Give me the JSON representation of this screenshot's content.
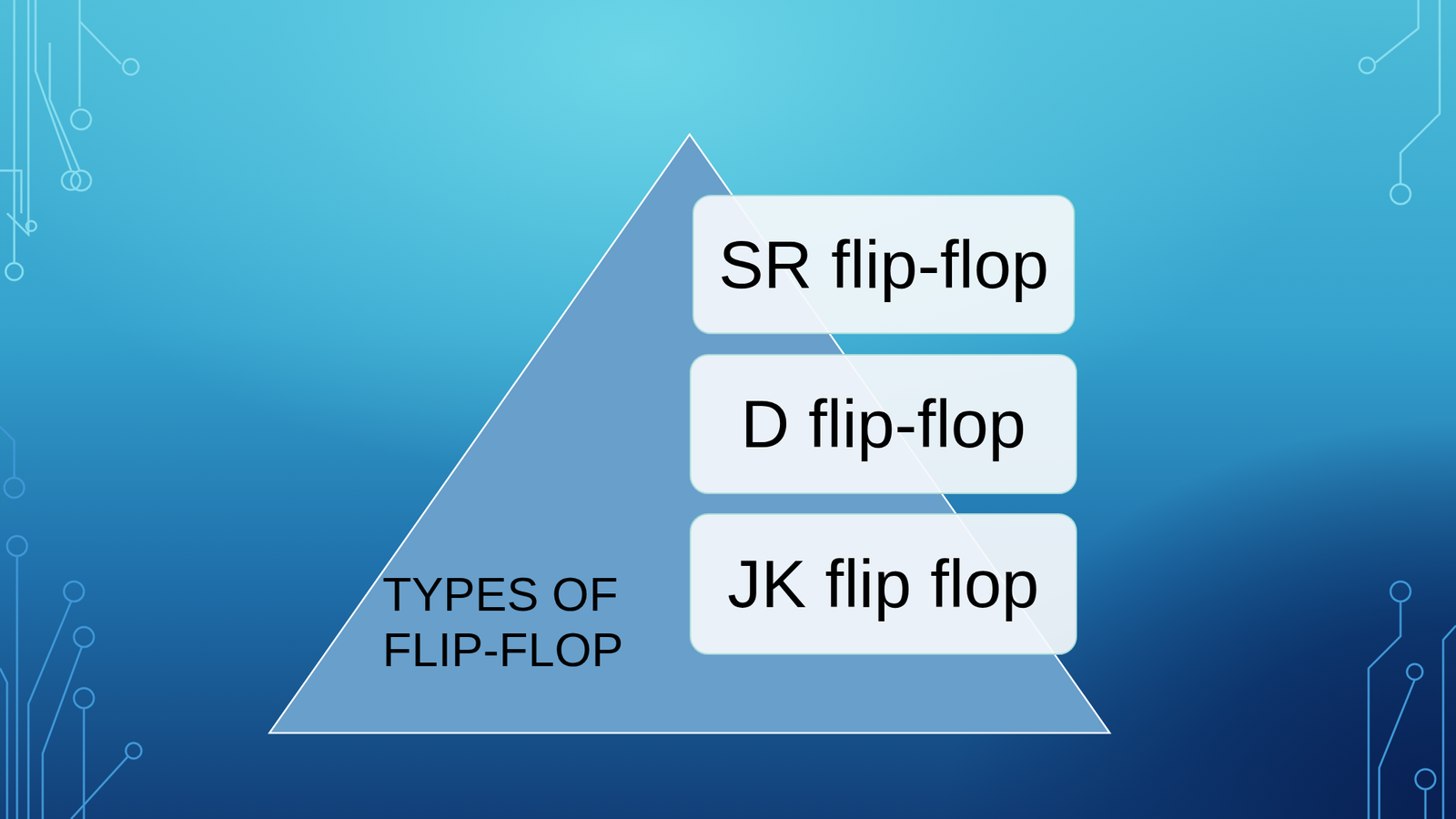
{
  "diagram": {
    "nodes": [
      {
        "text": [
          "TYPES OF FLIP-FLOP"
        ]
      },
      {
        "text": [
          "SR flip-flop"
        ]
      },
      {
        "text": [
          "D flip-flop"
        ]
      },
      {
        "text": [
          "JK flip flop"
        ]
      }
    ]
  }
}
